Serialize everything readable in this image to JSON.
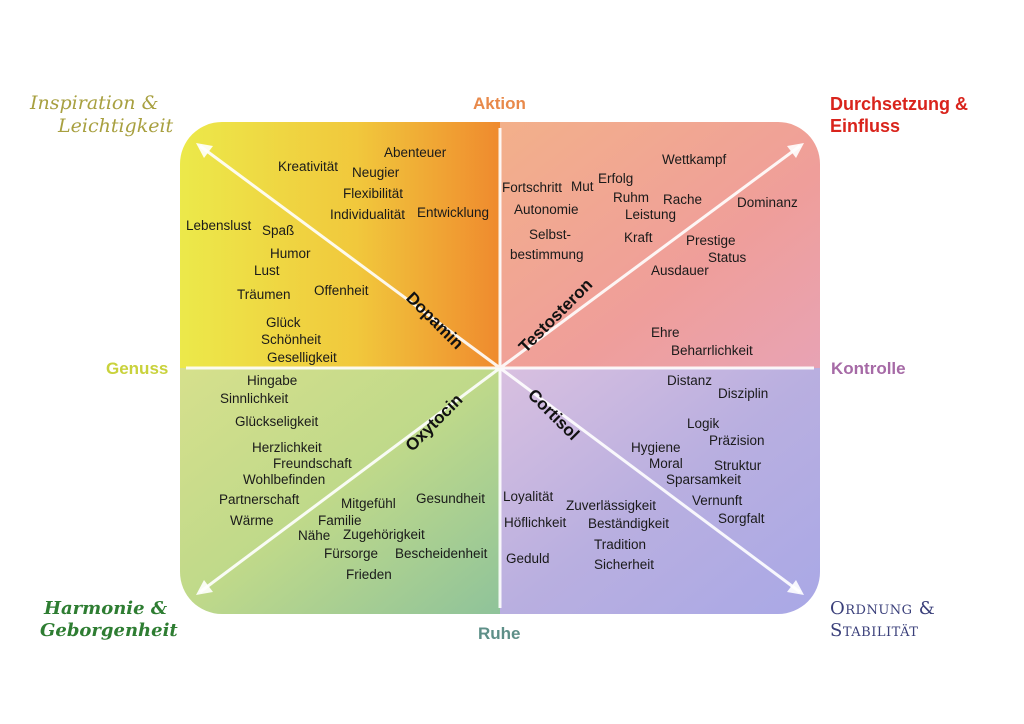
{
  "axes": {
    "top": "Aktion",
    "bottom": "Ruhe",
    "left": "Genuss",
    "right": "Kontrolle"
  },
  "corners": {
    "top_left": [
      "Inspiration &",
      "Leichtigkeit"
    ],
    "top_right": [
      "Durchsetzung &",
      "Einfluss"
    ],
    "bottom_left": [
      "Harmonie &",
      "Geborgenheit"
    ],
    "bottom_right": [
      "Ordnung &",
      "Stabilität"
    ]
  },
  "hormones": {
    "top_left": "Dopamin",
    "top_right": "Testosteron",
    "bottom_left": "Oxytocin",
    "bottom_right": "Cortisol"
  },
  "quadrant_words": {
    "top_left": [
      "Abenteuer",
      "Kreativität",
      "Neugier",
      "Flexibilität",
      "Individualität",
      "Entwicklung",
      "Lebenslust",
      "Spaß",
      "Humor",
      "Lust",
      "Träumen",
      "Offenheit",
      "Glück",
      "Schönheit",
      "Geselligkeit"
    ],
    "top_right": [
      "Wettkampf",
      "Fortschritt",
      "Mut",
      "Erfolg",
      "Ruhm",
      "Rache",
      "Autonomie",
      "Leistung",
      "Dominanz",
      "Selbst-",
      "bestimmung",
      "Kraft",
      "Prestige",
      "Status",
      "Ausdauer",
      "Ehre",
      "Beharrlichkeit"
    ],
    "bottom_left": [
      "Hingabe",
      "Sinnlichkeit",
      "Glückseligkeit",
      "Herzlichkeit",
      "Freundschaft",
      "Wohlbefinden",
      "Partnerschaft",
      "Mitgefühl",
      "Gesundheit",
      "Wärme",
      "Familie",
      "Nähe",
      "Zugehörigkeit",
      "Fürsorge",
      "Bescheidenheit",
      "Frieden"
    ],
    "bottom_right": [
      "Distanz",
      "Disziplin",
      "Logik",
      "Präzision",
      "Hygiene",
      "Moral",
      "Struktur",
      "Sparsamkeit",
      "Vernunft",
      "Sorgfalt",
      "Loyalität",
      "Zuverlässigkeit",
      "Höflichkeit",
      "Beständigkeit",
      "Tradition",
      "Geduld",
      "Sicherheit"
    ]
  },
  "colors": {
    "aktion": "#e8894a",
    "ruhe": "#5e8f88",
    "genuss": "#c9d23c",
    "kontrolle": "#a66aa6",
    "inspiration": "#a8a040",
    "durchsetzung": "#d9241c",
    "harmonie": "#2e7d32",
    "ordnung": "#3a3f7a"
  }
}
